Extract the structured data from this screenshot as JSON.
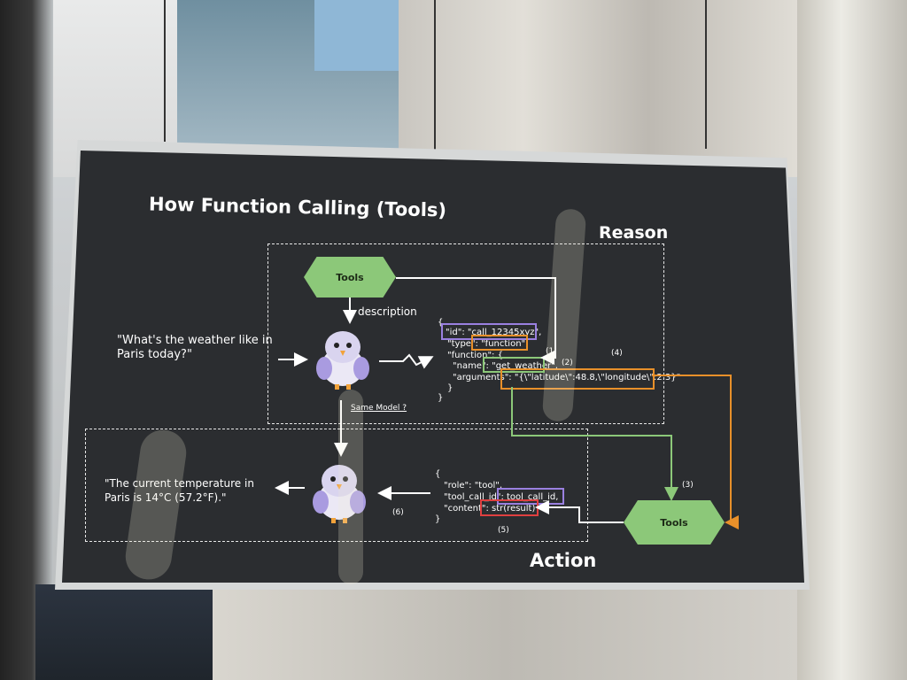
{
  "slide": {
    "title": "How Function Calling (Tools)",
    "reason_label": "Reason",
    "action_label": "Action",
    "question": "\"What's the weather like in Paris today?\"",
    "answer": "\"The current temperature in Paris is 14°C (57.2°F).\"",
    "description_label": "description",
    "same_model_label": "Same Model ?",
    "tools_top_label": "Tools",
    "tools_bottom_label": "Tools",
    "call_json": {
      "open": "{",
      "id": "\"id\": \"call_12345xyz\",",
      "type": "\"type\": \"function\",",
      "function_open": "\"function\": {",
      "name": "\"name\": \"get_weather\",",
      "arguments": "\"arguments\": \"{\\\"latitude\\\":48.8,\\\"longitude\\\":2.3}\"",
      "function_close": "}",
      "close": "}"
    },
    "result_json": {
      "open": "{",
      "role": "\"role\": \"tool\",",
      "tool_call_id": "\"tool_call_id\": tool_call_id,",
      "content": "\"content\": str(result)",
      "close": "}"
    },
    "step_labels": {
      "s1": "(1)",
      "s2": "(2)",
      "s3": "(3)",
      "s4": "(4)",
      "s5": "(5)",
      "s6": "(6)"
    },
    "colors": {
      "screen": "#2b2d30",
      "tools_hex": "#8cc879",
      "highlight_purple": "#9a80e0",
      "highlight_orange": "#e8902a",
      "highlight_red": "#e04040",
      "arrow_green": "#8cc879",
      "arrow_orange": "#e8902a",
      "text": "#ffffff"
    }
  }
}
